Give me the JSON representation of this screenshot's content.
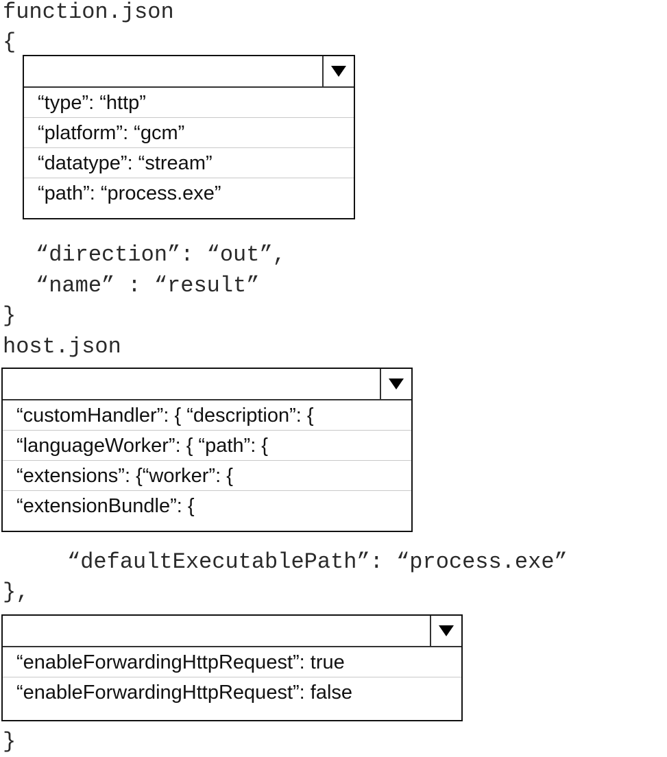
{
  "function_json": {
    "filename": "function.json",
    "open_brace": "{",
    "dropdown": {
      "selected": "",
      "options": [
        "“type”: “http”",
        "“platform”: “gcm”",
        "“datatype”: “stream”",
        "“path”: “process.exe”"
      ]
    },
    "line_direction": "“direction”: “out”,",
    "line_name": "“name” : “result”",
    "close_brace": "}"
  },
  "host_json": {
    "filename": "host.json",
    "dropdown1": {
      "selected": "",
      "options": [
        "“customHandler”: { “description”: {",
        "“languageWorker”: { “path”: {",
        "“extensions”: {“worker”: {",
        "“extensionBundle”: {"
      ]
    },
    "line_default_path": "“defaultExecutablePath”: “process.exe”",
    "close_brace_comma": "},",
    "dropdown2": {
      "selected": "",
      "options": [
        "“enableForwardingHttpRequest”: true",
        "“enableForwardingHttpRequest”: false"
      ]
    },
    "close_brace": "}"
  },
  "icons": {
    "dropdown_arrow": "triangle-down-icon"
  }
}
